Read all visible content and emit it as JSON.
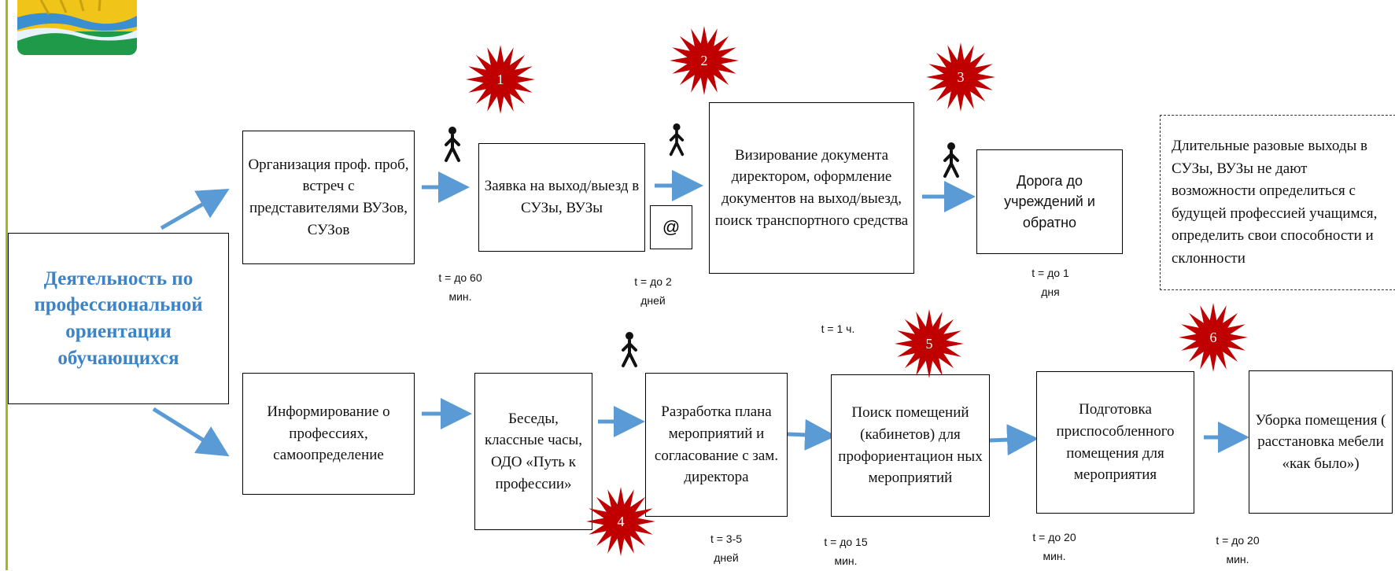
{
  "main_box": "Деятельность по профессиональной ориентации обучающихся",
  "top_row": {
    "step1": "Организация проф. проб, встреч с представителями ВУЗов, СУЗов",
    "step2": "Заявка на выход/выезд в СУЗы, ВУЗы",
    "step3": "Визирование документа директором, оформление документов на выход/выезд, поиск транспортного средства",
    "step4": "Дорога до учреждений и обратно",
    "email_symbol": "@"
  },
  "note": "Длительные разовые выходы в СУЗы, ВУЗы не дают возможности определиться с будущей профессией учащимся, определить свои способности и склонности",
  "bottom_row": {
    "step1": "Информирование о профессиях, самоопределение",
    "step2": "Беседы, классные часы, ОДО «Путь к профессии»",
    "step3": "Разработка плана мероприятий и согласование с зам. директора",
    "step4": "Поиск помещений (кабинетов) для профориентацион ных мероприятий",
    "step5": "Подготовка приспособленного помещения для мероприятия",
    "step6": "Уборка помещения ( расстановка мебели «как было»)"
  },
  "times": {
    "t1": "t = до 60\nмин.",
    "t2": "t = до 2\nдней",
    "t3": "t = до 1\nдня",
    "t4": "t = 1 ч.",
    "t5": "t = 3-5\nдней",
    "t6": "t = до 15\nмин.",
    "t7": "t = до 20\nмин.",
    "t8": "t = до 20\nмин."
  },
  "badges": [
    "1",
    "2",
    "3",
    "4",
    "5",
    "6"
  ],
  "colors": {
    "arrow": "#5b9bd5",
    "badge": "#c00000",
    "main_text": "#3b84c8",
    "frame": "#9bbb1e"
  },
  "icons": [
    "walking-person-icon",
    "email-at-icon",
    "burst-star-icon",
    "city-logo"
  ]
}
